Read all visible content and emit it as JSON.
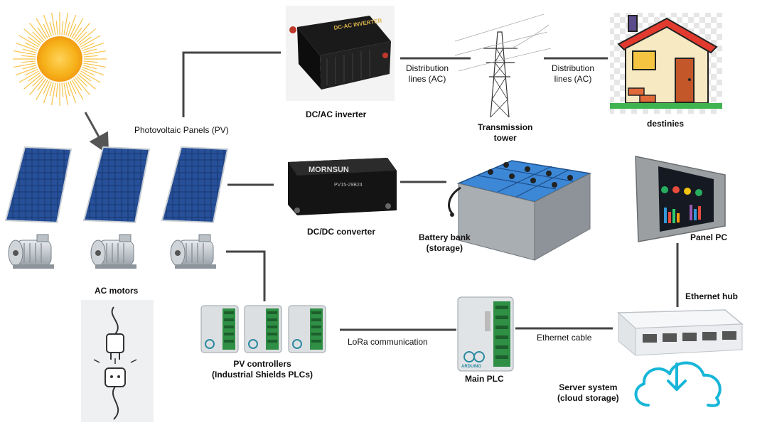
{
  "labels": {
    "pv_panels": "Photovoltaic Panels (PV)",
    "inverter": "DC/AC inverter",
    "dist_lines_1": [
      "Distribution",
      "lines (AC)"
    ],
    "dist_lines_2": [
      "Distribution",
      "lines (AC)"
    ],
    "tower": [
      "Transmission",
      "tower"
    ],
    "destinies": "destinies",
    "converter": "DC/DC converter",
    "battery": [
      "Battery bank",
      "(storage)"
    ],
    "panel_pc": "Panel PC",
    "ac_motors": "AC motors",
    "ethernet_hub": "Ethernet hub",
    "pv_controllers": [
      "PV controllers",
      "(Industrial Shields PLCs)"
    ],
    "lora": "LoRa communication",
    "ethernet_cable": "Ethernet cable",
    "main_plc": "Main PLC",
    "server": [
      "Server system",
      "(cloud storage)"
    ]
  },
  "device_text": {
    "inverter_brand": "DC-AC INVERTER",
    "converter_brand": "MORNSUN",
    "converter_model": "PV15-29B24",
    "plc_brand": "ARDUINO"
  },
  "colors": {
    "line": "#444444",
    "sun": "#f6b21a",
    "panel": "#1c3d7a",
    "battery": "#3c87d6",
    "cloud": "#17b6d8",
    "house_wall": "#f7e9c2",
    "house_roof": "#e23a2e"
  }
}
